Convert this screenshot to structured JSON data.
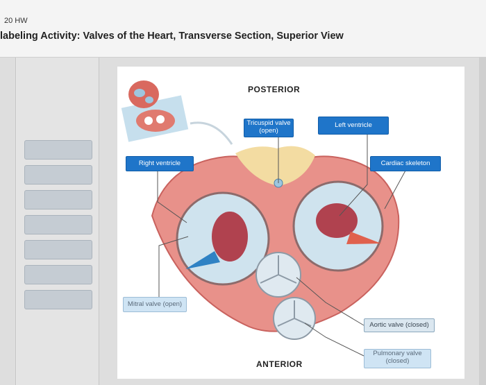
{
  "header": {
    "assignment": "20 HW",
    "title": "labeling Activity: Valves of the Heart, Transverse Section, Superior View"
  },
  "label_bank": {
    "slot_count": 7
  },
  "figure": {
    "posterior": "POSTERIOR",
    "anterior": "ANTERIOR",
    "labels": {
      "tricuspid_line1": "Tricuspid valve",
      "tricuspid_line2": "(open)",
      "left_ventricle": "Left ventricle",
      "right_ventricle": "Right ventricle",
      "cardiac_skeleton": "Cardiac skeleton",
      "mitral": "Mitral valve (open)",
      "aortic": "Aortic valve (closed)",
      "pulmonary_line1": "Pulmonary valve",
      "pulmonary_line2": "(closed)"
    }
  },
  "colors": {
    "tissue": "#e8918a",
    "tissue_dark": "#c9625e",
    "fat": "#f3dca2",
    "valve_bg": "#cfe3ee",
    "cusp": "#b0424f",
    "arrow_blue": "#2f82c4",
    "arrow_red": "#e0614d",
    "label_blue": "#1f75c9"
  }
}
